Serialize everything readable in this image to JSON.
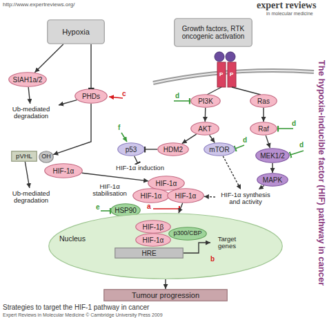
{
  "diagram": {
    "caption": "Strategies to target the HIF-1 pathway in cancer",
    "nodes": [
      {
        "text": [
          "Hypoxia"
        ]
      },
      {
        "text": [
          "Growth factors, RTK oncogenic activation"
        ]
      },
      {
        "text": [
          "SIAH1a/2"
        ]
      },
      {
        "text": [
          "PHDs"
        ]
      },
      {
        "text": [
          "Ub-mediated degradation"
        ]
      },
      {
        "text": [
          "PI3K"
        ]
      },
      {
        "text": [
          "Ras"
        ]
      },
      {
        "text": [
          "AKT"
        ]
      },
      {
        "text": [
          "Raf"
        ]
      },
      {
        "text": [
          "p53"
        ]
      },
      {
        "text": [
          "HDM2"
        ]
      },
      {
        "text": [
          "mTOR"
        ]
      },
      {
        "text": [
          "MEK1/2"
        ]
      },
      {
        "text": [
          "pVHL"
        ]
      },
      {
        "text": [
          "OH"
        ]
      },
      {
        "text": [
          "HIF-1α"
        ]
      },
      {
        "text": [
          "HIF-1α induction"
        ]
      },
      {
        "text": [
          "MAPK"
        ]
      },
      {
        "text": [
          "HIF-1α"
        ]
      },
      {
        "text": [
          "HIF-1α"
        ]
      },
      {
        "text": [
          "HIF-1α"
        ]
      },
      {
        "text": [
          "HIF-1α stabilisation"
        ]
      },
      {
        "text": [
          "HIF-1α synthesis and activity"
        ]
      },
      {
        "text": [
          "HSP90"
        ]
      },
      {
        "text": [
          "Ub-mediated degradation"
        ]
      },
      {
        "text": [
          "Nucleus"
        ]
      },
      {
        "text": [
          "HIF-1β"
        ],
        "in": 25
      },
      {
        "text": [
          "HIF-1α"
        ],
        "in": 25
      },
      {
        "text": [
          "p300/CBP"
        ],
        "in": 25
      },
      {
        "text": [
          "HRE"
        ],
        "in": 25
      },
      {
        "text": [
          "Target genes"
        ],
        "in": 25
      },
      {
        "text": [
          "Tumour progression"
        ]
      }
    ],
    "edges": [
      {
        "from": 0,
        "to": 2,
        "arrow": "to"
      },
      {
        "from": 0,
        "to": 3,
        "arrow": "to"
      },
      {
        "from": 2,
        "to": 4,
        "arrow": "to"
      },
      {
        "from": 3,
        "to": 4,
        "arrow": "to"
      },
      {
        "from": 3,
        "to": 14,
        "arrow": "to"
      },
      {
        "from": 13,
        "to": 24,
        "arrow": "to"
      },
      {
        "from": 15,
        "to": 18,
        "arrow": "to"
      },
      {
        "from": 5,
        "to": 7,
        "arrow": "to"
      },
      {
        "from": 6,
        "to": 8,
        "arrow": "to"
      },
      {
        "from": 8,
        "to": 12,
        "arrow": "to"
      },
      {
        "from": 12,
        "to": 17,
        "arrow": "to"
      },
      {
        "from": 7,
        "to": 10,
        "arrow": "to"
      },
      {
        "from": 7,
        "to": 11,
        "arrow": "to"
      },
      {
        "from": 10,
        "to": 9,
        "arrow": "to"
      },
      {
        "from": 9,
        "to": 16,
        "arrow": "to"
      },
      {
        "from": 11,
        "to": 22,
        "arrow": "to"
      },
      {
        "from": 17,
        "to": 22,
        "arrow": "to"
      },
      {
        "from": 22,
        "to": 20,
        "arrow": "to"
      },
      {
        "from": 20,
        "to": 25,
        "arrow": "to"
      },
      {
        "from": 29,
        "to": 30,
        "arrow": "to"
      },
      {
        "from": 25,
        "to": 31,
        "arrow": "to"
      }
    ],
    "labels": [
      "http://www.expertreviews.org/",
      "expert reviews",
      "in molecular medicine",
      "The hypoxia-inducible factor (HIF) pathway in cancer",
      "P",
      "P",
      "c",
      "d",
      "d",
      "d",
      "d",
      "f",
      "e",
      "a",
      "b",
      "Expert Reviews in Molecular Medicine © Cambridge University Press 2009"
    ]
  }
}
